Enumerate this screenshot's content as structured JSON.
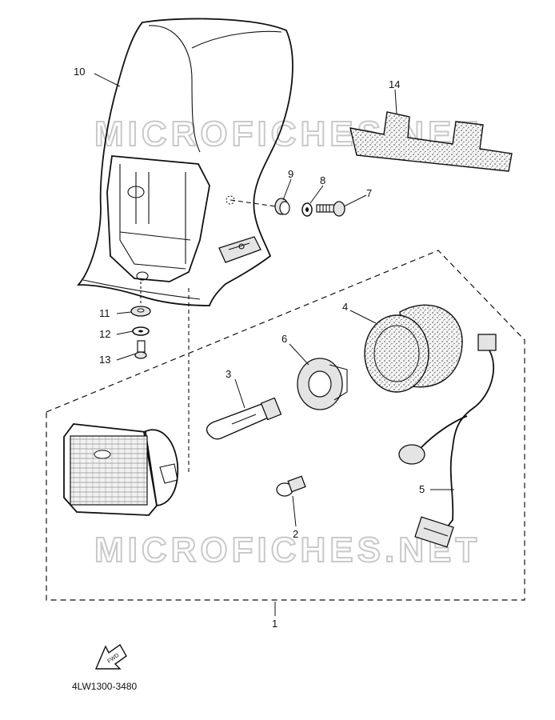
{
  "diagram": {
    "callouts": {
      "p1": "1",
      "p2": "2",
      "p3": "3",
      "p4": "4",
      "p5": "5",
      "p6": "6",
      "p7": "7",
      "p8": "8",
      "p9": "9",
      "p10": "10",
      "p11": "11",
      "p12": "12",
      "p13": "13",
      "p14": "14"
    },
    "watermark_text": "MICROFICHES.NET",
    "fwd_label": "FWD",
    "diagram_code": "4LW1300-3480"
  }
}
